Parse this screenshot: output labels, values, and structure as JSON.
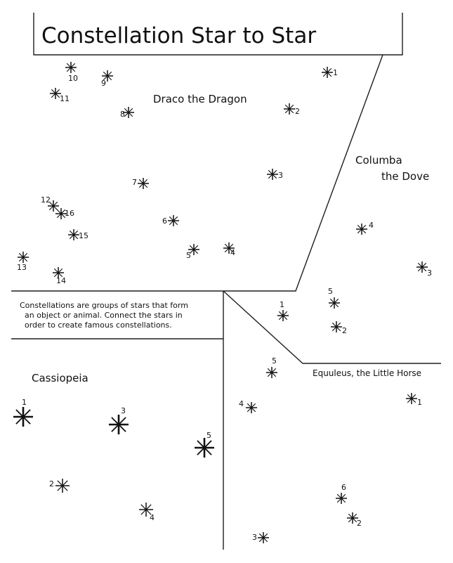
{
  "title": "Constellation Star to Star",
  "instructions": [
    "Constellations are groups of stars that form",
    "an object or animal. Connect the stars in",
    "order to create famous constellations."
  ],
  "constellations": {
    "draco": {
      "label": "Draco the Dragon",
      "numbers": [
        "1",
        "2",
        "3",
        "4",
        "5",
        "6",
        "7",
        "8",
        "9",
        "10",
        "11",
        "12",
        "13",
        "14",
        "15",
        "16"
      ]
    },
    "columba": {
      "label_line1": "Columba",
      "label_line2": "the Dove",
      "numbers": [
        "1",
        "2",
        "3",
        "4",
        "5"
      ]
    },
    "cassiopeia": {
      "label": "Cassiopeia",
      "numbers": [
        "1",
        "2",
        "3",
        "4",
        "5"
      ]
    },
    "equuleus": {
      "label": "Equuleus, the Little Horse",
      "numbers": [
        "1",
        "2",
        "3",
        "4",
        "5",
        "6"
      ]
    }
  }
}
